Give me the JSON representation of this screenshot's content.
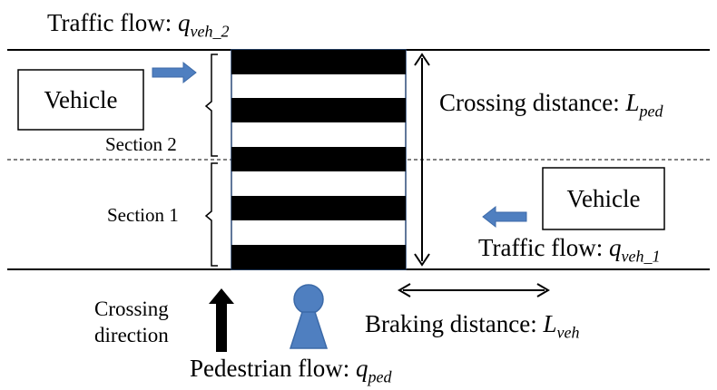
{
  "traffic_flow_top": {
    "prefix": "Traffic flow: ",
    "var": "q",
    "sub": "veh_2"
  },
  "traffic_flow_bottom": {
    "prefix": "Traffic flow: ",
    "var": "q",
    "sub": "veh_1"
  },
  "vehicle_left": {
    "label": "Vehicle"
  },
  "vehicle_right": {
    "label": "Vehicle"
  },
  "section_1": {
    "label": "Section 1"
  },
  "section_2": {
    "label": "Section 2"
  },
  "crossing_distance": {
    "prefix": "Crossing distance: ",
    "var": "L",
    "sub": "ped"
  },
  "braking_distance": {
    "prefix": "Braking distance: ",
    "var": "L",
    "sub": "veh"
  },
  "crossing_direction": {
    "line1": "Crossing",
    "line2": "direction"
  },
  "pedestrian_flow": {
    "prefix": "Pedestrian flow: ",
    "var": "q",
    "sub": "ped"
  },
  "colors": {
    "arrow_blue": "#4f7fc0",
    "arrow_blue_stroke": "#3c6aa8",
    "stripe": "#000000",
    "crosswalk_border": "#2b4a78"
  }
}
